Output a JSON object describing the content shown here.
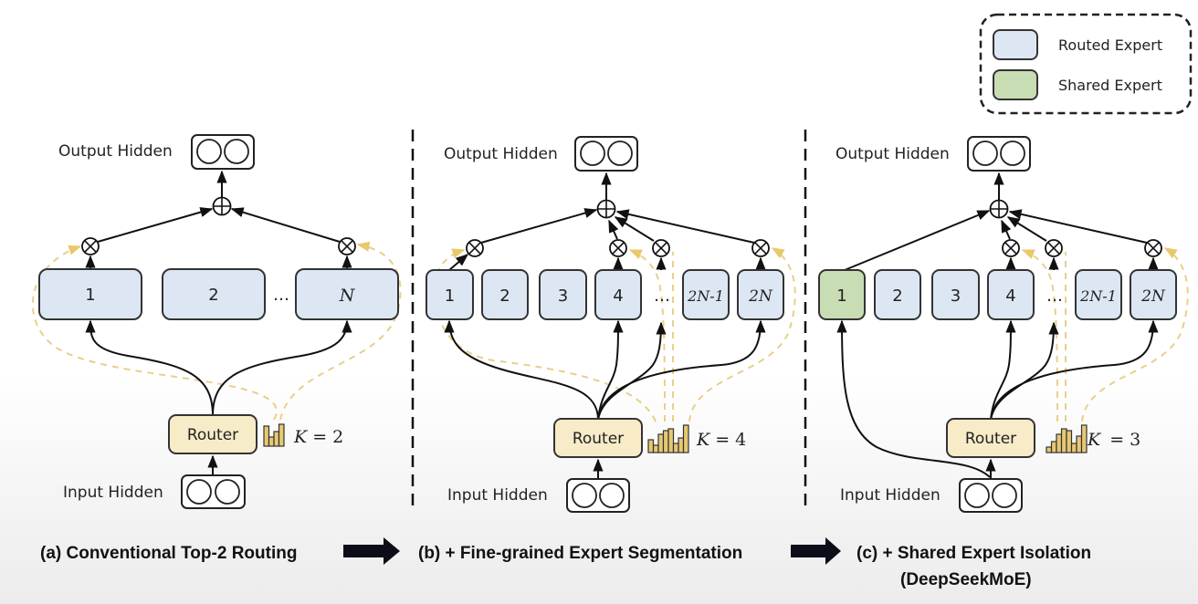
{
  "colors": {
    "routed_fill": "#dde7f4",
    "shared_fill": "#c9ddb4",
    "router_fill": "#f7ebc8",
    "box_stroke": "#333333",
    "gate_dash": "#e8d08a",
    "hist_fill": "#e7c873"
  },
  "legend": {
    "items": [
      {
        "label": "Routed Expert",
        "kind": "routed"
      },
      {
        "label": "Shared Expert",
        "kind": "shared"
      }
    ]
  },
  "panels": [
    {
      "id": "a",
      "output_label": "Output Hidden",
      "input_label": "Input Hidden",
      "router_label": "Router",
      "k_label": "K",
      "k_value": "= 2",
      "experts": [
        {
          "label": "1",
          "kind": "routed",
          "activated": true
        },
        {
          "label": "2",
          "kind": "routed",
          "activated": false
        },
        {
          "label": "…",
          "kind": "ellipsis"
        },
        {
          "label": "N",
          "kind": "routed",
          "activated": true,
          "italic": true
        }
      ],
      "caption": "(a) Conventional Top-2 Routing"
    },
    {
      "id": "b",
      "output_label": "Output Hidden",
      "input_label": "Input Hidden",
      "router_label": "Router",
      "k_label": "K",
      "k_value": "= 4",
      "experts": [
        {
          "label": "1",
          "kind": "routed",
          "activated": true
        },
        {
          "label": "2",
          "kind": "routed",
          "activated": false
        },
        {
          "label": "3",
          "kind": "routed",
          "activated": false
        },
        {
          "label": "4",
          "kind": "routed",
          "activated": true
        },
        {
          "label": "…",
          "kind": "ellipsis",
          "activated": true
        },
        {
          "label": "2N-1",
          "kind": "routed",
          "activated": false
        },
        {
          "label": "2N",
          "kind": "routed",
          "activated": true
        }
      ],
      "caption": "(b) + Fine-grained Expert Segmentation"
    },
    {
      "id": "c",
      "output_label": "Output Hidden",
      "input_label": "Input Hidden",
      "router_label": "Router",
      "k_label": "K",
      "k_value": "= 3",
      "experts": [
        {
          "label": "1",
          "kind": "shared",
          "activated": true
        },
        {
          "label": "2",
          "kind": "routed",
          "activated": false
        },
        {
          "label": "3",
          "kind": "routed",
          "activated": false
        },
        {
          "label": "4",
          "kind": "routed",
          "activated": true
        },
        {
          "label": "…",
          "kind": "ellipsis",
          "activated": true
        },
        {
          "label": "2N-1",
          "kind": "routed",
          "activated": false
        },
        {
          "label": "2N",
          "kind": "routed",
          "activated": true
        }
      ],
      "caption": "(c) + Shared Expert Isolation",
      "caption_line2": "(DeepSeekMoE)"
    }
  ]
}
